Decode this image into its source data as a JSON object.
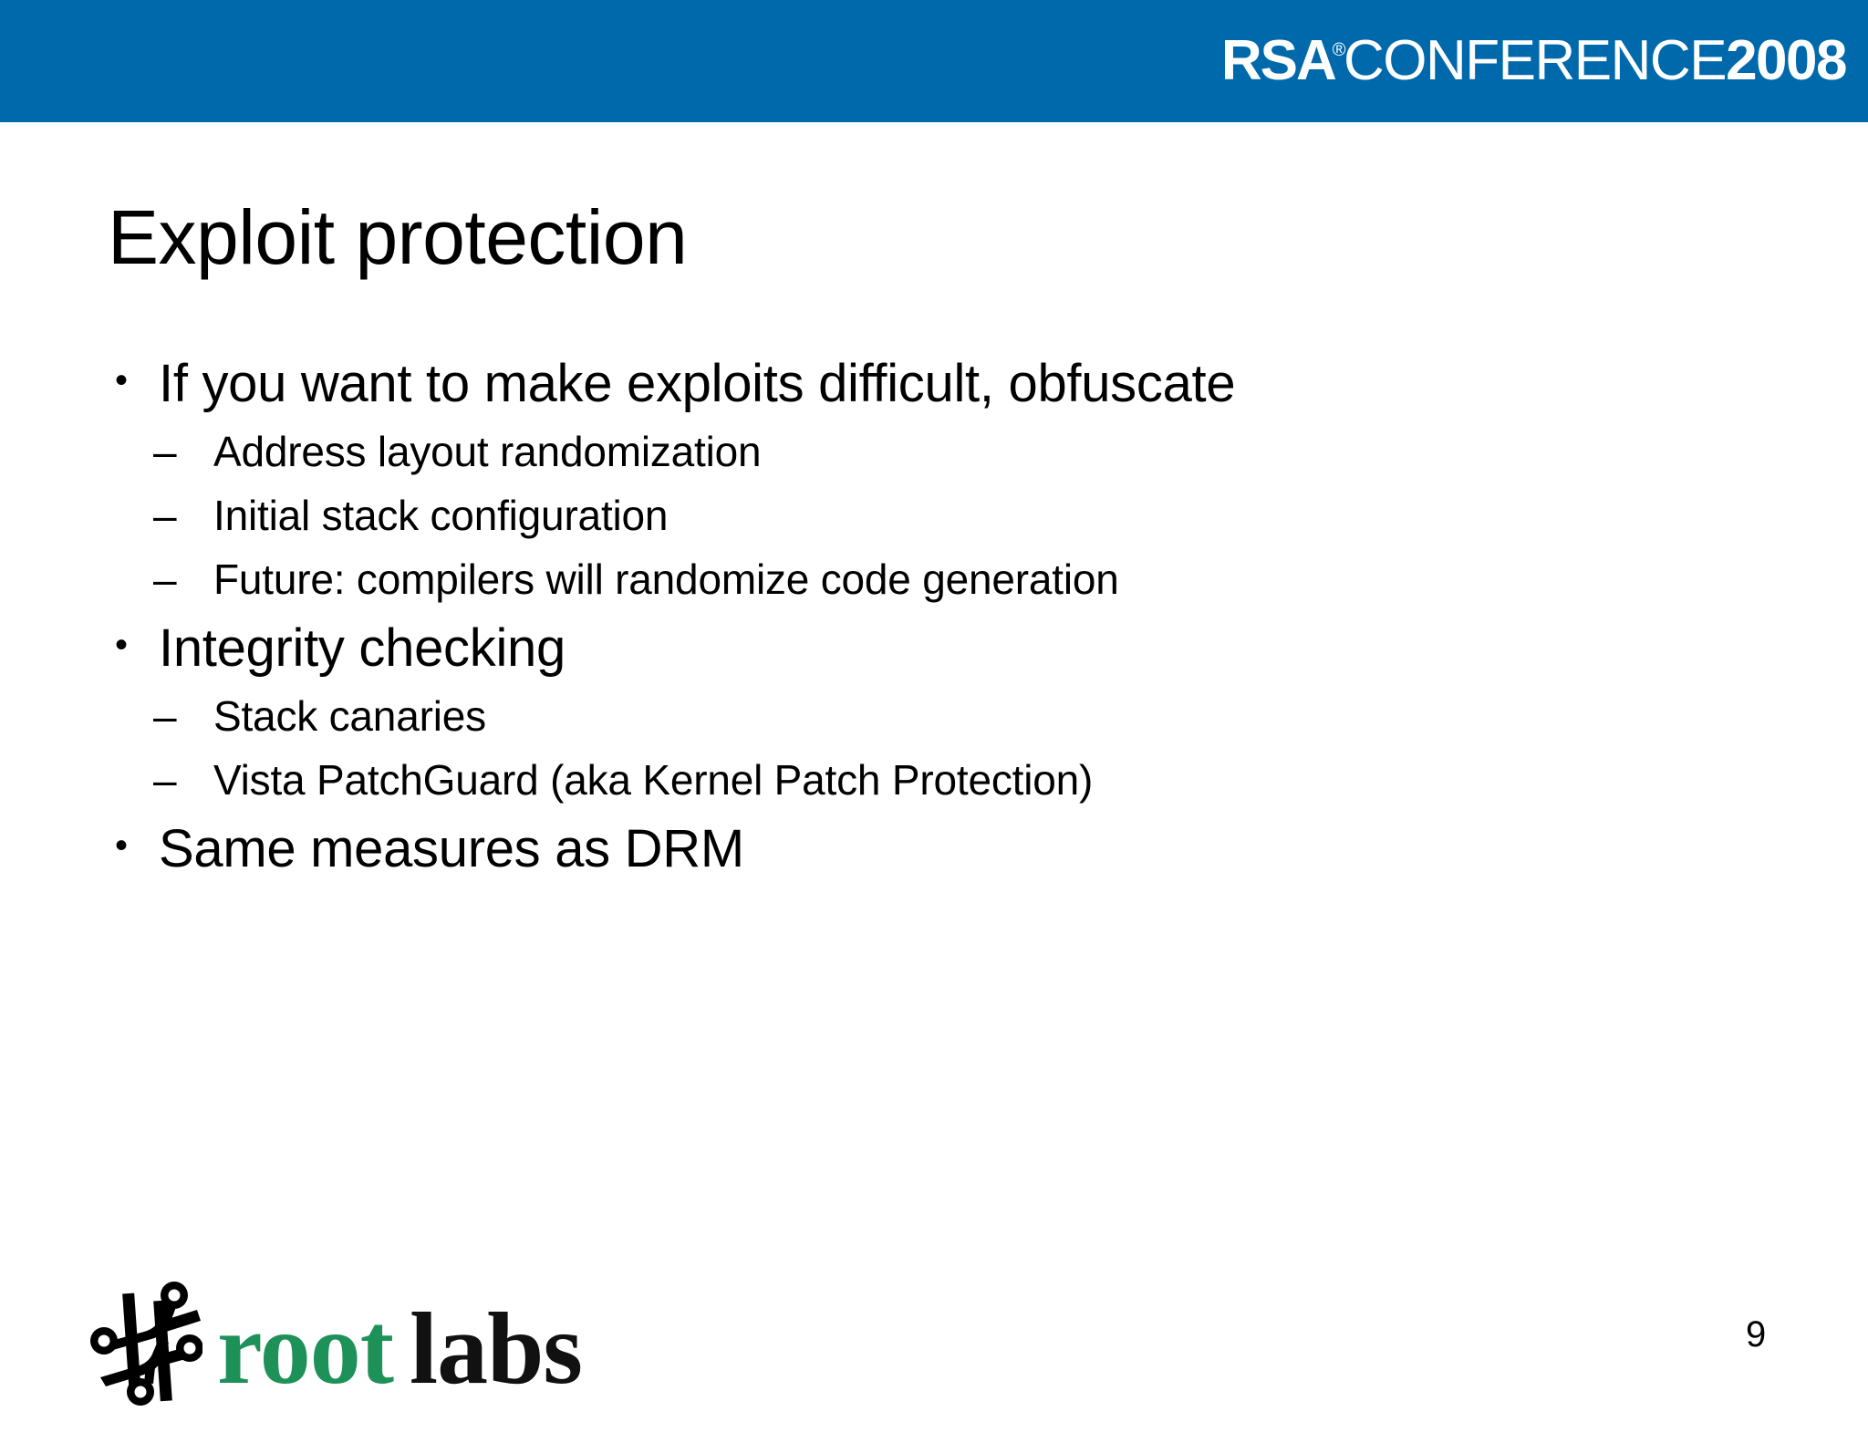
{
  "header": {
    "logo": {
      "brand": "RSA",
      "registered_mark": "®",
      "event": "CONFERENCE",
      "year": "2008"
    },
    "background_color": "#0069AC"
  },
  "slide": {
    "title": "Exploit protection",
    "page_number": "9",
    "bullet_marker": "•",
    "sub_bullet_marker": "–",
    "content": [
      {
        "level1": "If you want to make exploits difficult, obfuscate",
        "level2": [
          "Address layout randomization",
          "Initial stack configuration",
          "Future: compilers will randomize code generation"
        ]
      },
      {
        "level1": "Integrity checking",
        "level2": [
          "Stack canaries",
          "Vista PatchGuard (aka Kernel Patch Protection)"
        ]
      },
      {
        "level1": "Same measures as DRM",
        "level2": []
      }
    ]
  },
  "brand": {
    "word_root": "root",
    "word_labs": "labs",
    "root_color": "#1E9159",
    "labs_color": "#111111"
  }
}
